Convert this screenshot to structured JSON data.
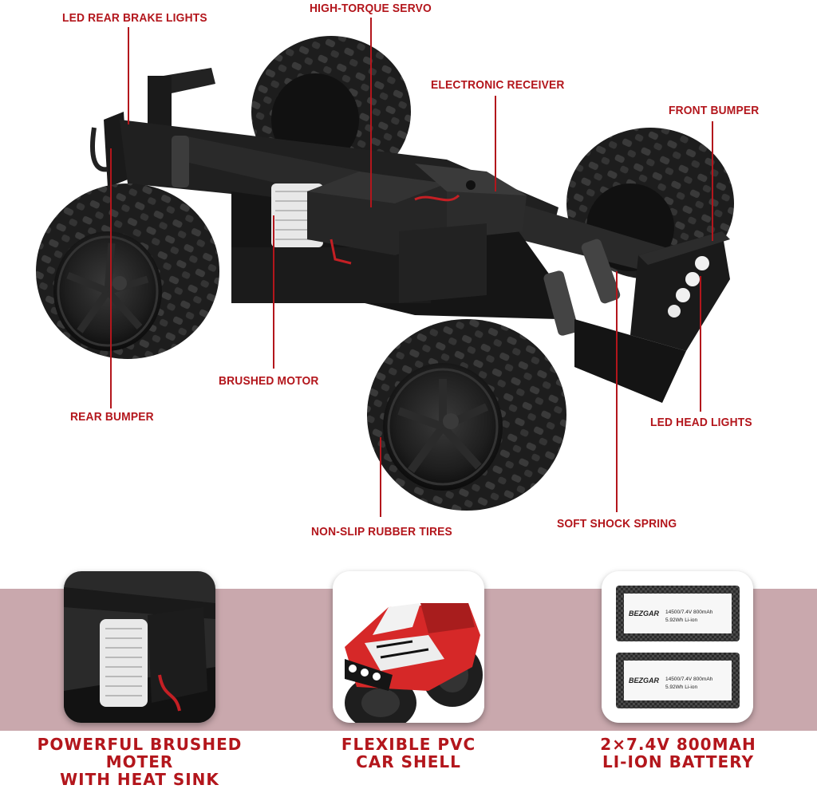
{
  "callouts": {
    "led_rear_brake_lights": "LED REAR BRAKE LIGHTS",
    "high_torque_servo": "HIGH-TORQUE SERVO",
    "electronic_receiver": "ELECTRONIC RECEIVER",
    "front_bumper": "FRONT BUMPER",
    "brushed_motor": "BRUSHED MOTOR",
    "rear_bumper": "REAR BUMPER",
    "led_head_lights": "LED HEAD LIGHTS",
    "soft_shock_spring": "SOFT SHOCK SPRING",
    "non_slip_rubber_tires": "NON-SLIP RUBBER TIRES"
  },
  "features": [
    {
      "line1": "POWERFUL BRUSHED MOTER",
      "line2": "WITH HEAT SINK"
    },
    {
      "line1": "FLEXIBLE PVC",
      "line2": "CAR SHELL"
    },
    {
      "line1": "2×7.4V 800MAH",
      "line2": "LI-ION BATTERY"
    }
  ],
  "battery": {
    "brand": "BEZGAR",
    "spec_line1": "14500/7.4V 800mAh",
    "spec_line2": "5.92Wh Li-ion"
  },
  "colors": {
    "accent_red": "#b3161c",
    "band_pink": "#c9a8ad",
    "chassis_black": "#1c1c1c"
  }
}
